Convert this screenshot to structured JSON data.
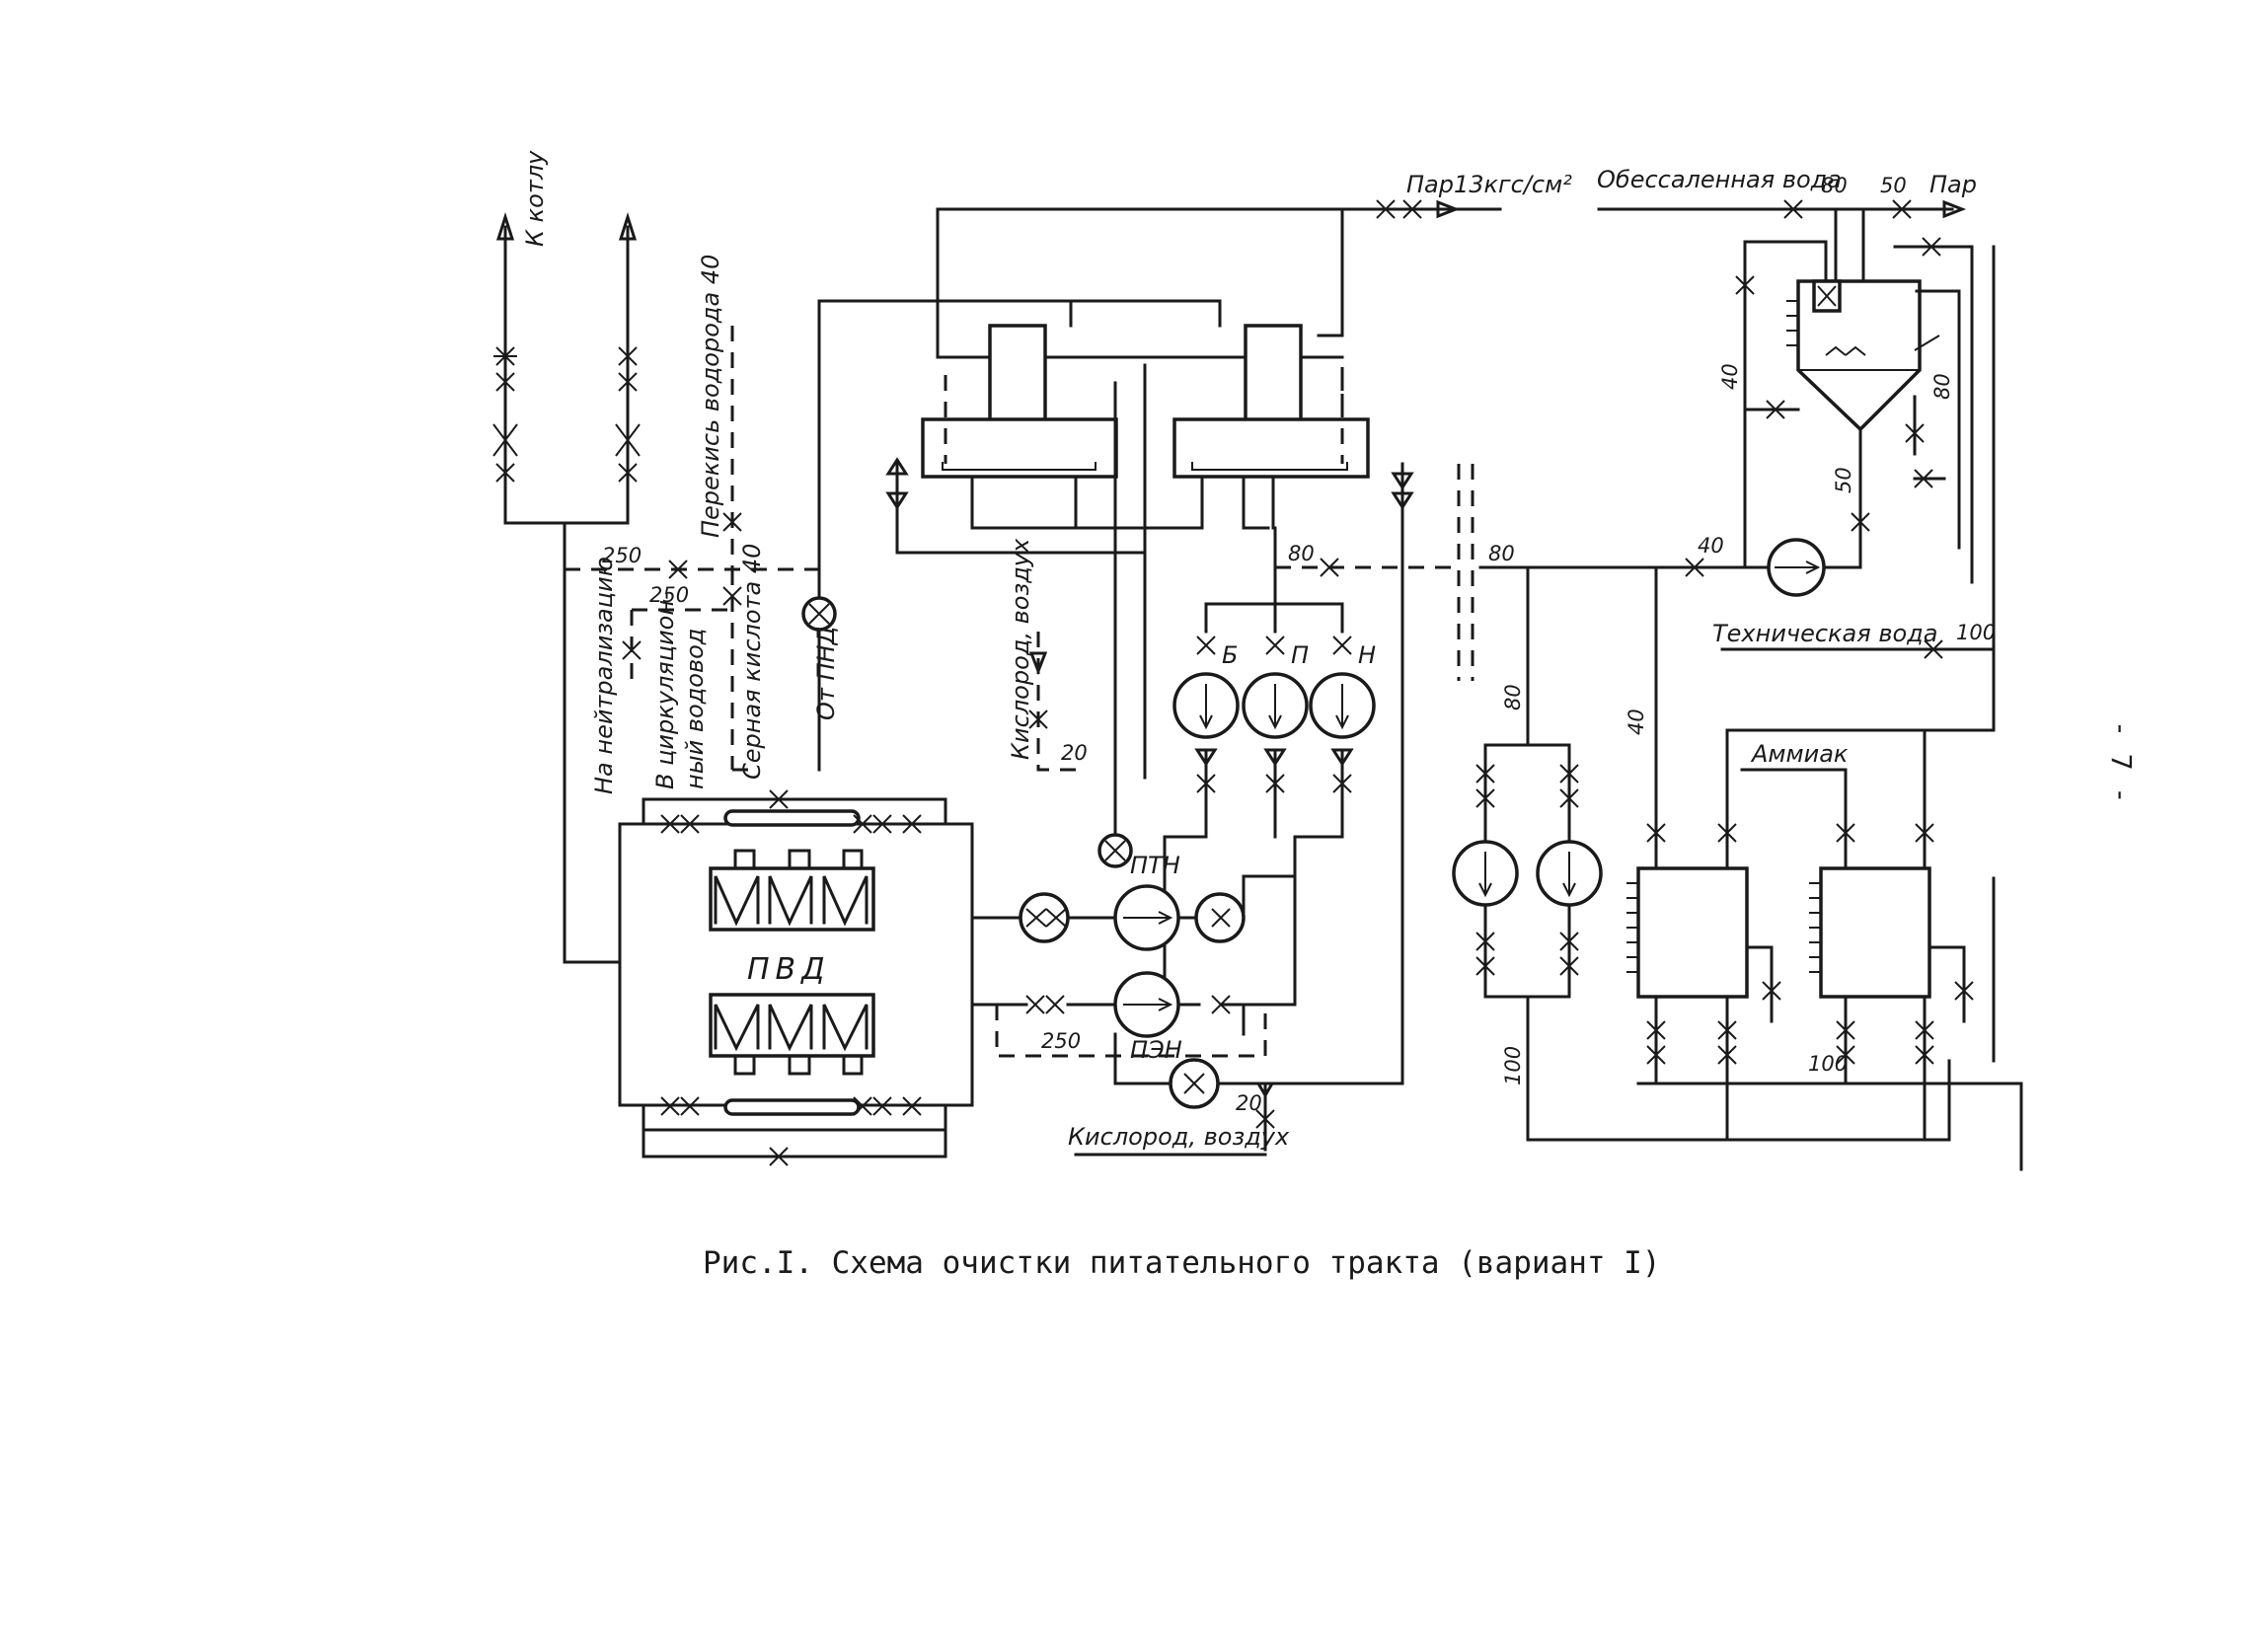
{
  "labels": {
    "k_kotlu": "К котлу",
    "perekis": "Перекись водорода 40",
    "neutral": "На нейтрализацию",
    "circ_1": "В циркуляцион-",
    "circ_2": "ный водовод",
    "sulfuric": "Серная кислота 40",
    "ot_pnd": "От ПНД",
    "oxy_air_1": "Кислород, воздух",
    "oxy_air_2": "Кислород, воздух",
    "steam13": "Пар13кгс/см²",
    "demin": "Обессаленная вода",
    "steam": "Пар",
    "tech_water": "Техническая вода",
    "ammonia": "Аммиак",
    "pvd": "ПВД",
    "ptn": "ПТН",
    "pen": "ПЭН",
    "pump_b": "Б",
    "pump_p": "П",
    "pump_n": "Н"
  },
  "numbers": {
    "n250_a": "250",
    "n250_b": "250",
    "n250_c": "250",
    "n80_a": "80",
    "n80_b": "80",
    "n80_c": "80",
    "n80_d": "80",
    "n80_e": "80",
    "n50_a": "50",
    "n50_b": "50",
    "n40_a": "40",
    "n40_b": "40",
    "n40_c": "40",
    "n20_a": "20",
    "n20_b": "20",
    "n100_a": "100",
    "n100_b": "100",
    "n100_c": "100"
  },
  "caption": "Рис.I. Схема очистки питательного тракта (вариант I)",
  "page_number": "- 7 -"
}
